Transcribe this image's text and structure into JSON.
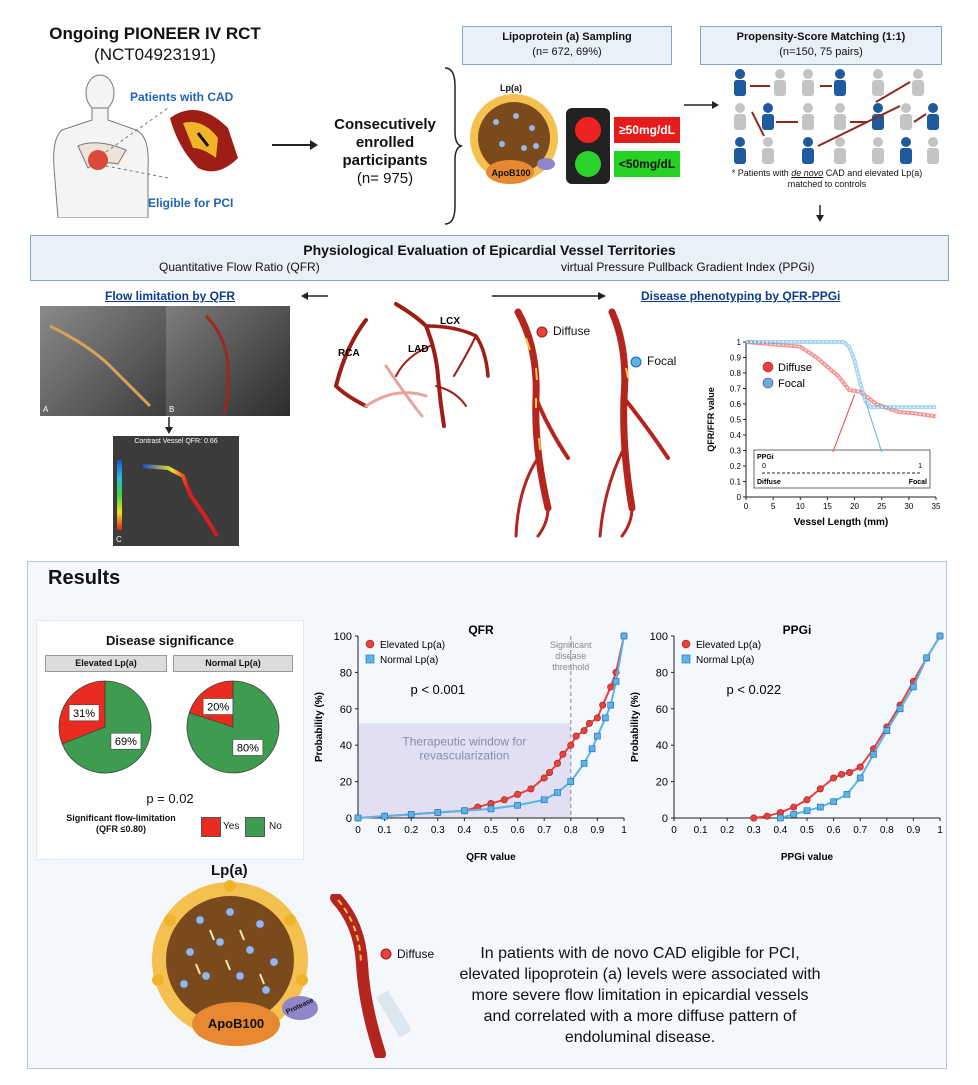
{
  "colors": {
    "red": "#e94040",
    "blue": "#5ab4e6",
    "green": "#3d9c4f",
    "vessel": "#b3251e",
    "arrowRed": "#8c2a1e",
    "navy": "#1f5aa0",
    "panel": "#e9f0f8"
  },
  "header": {
    "title": "Ongoing PIONEER IV RCT",
    "subtitle": "(NCT04923191)"
  },
  "patient": {
    "cad": "Patients with CAD",
    "pci": "Eligible for PCI"
  },
  "enrolled": {
    "line1": "Consecutively",
    "line2": "enrolled",
    "line3": "participants",
    "n": "(n= 975)"
  },
  "sampling": {
    "title": "Lipoprotein (a) Sampling",
    "n": "(n= 672, 69%)",
    "lpa": "Lp(a)",
    "apob": "ApoB100",
    "high": "≥50mg/dL",
    "low": "<50mg/dL"
  },
  "matching": {
    "title": "Propensity-Score Matching (1:1)",
    "n": "(n=150, 75 pairs)",
    "note_pre": "* Patients with ",
    "note_em": "de novo",
    "note_post": " CAD and elevated Lp(a)",
    "note2": "matched to controls"
  },
  "physio": {
    "title": "Physiological Evaluation of Epicardial Vessel Territories",
    "qfr": "Quantitative Flow Ratio (QFR)",
    "ppgi": "virtual Pressure Pullback Gradient Index (PPGi)"
  },
  "flow": {
    "title": "Flow limitation by QFR",
    "panelA": "A",
    "panelB": "B",
    "panelC": "C",
    "qfrLabel": "Contrast Vessel QFR: 0.66"
  },
  "tree": {
    "rca": "RCA",
    "lad": "LAD",
    "lcx": "LCX"
  },
  "phenotype": {
    "title": "Disease phenotyping by QFR-PPGi",
    "diffuse": "Diffuse",
    "focal": "Focal"
  },
  "results": {
    "title": "Results"
  },
  "significance": {
    "title": "Disease significance",
    "elevated": "Elevated Lp(a)",
    "normal": "Normal Lp(a)",
    "pvalue": "p = 0.02",
    "legendTitle1": "Significant flow-limitation",
    "legendTitle2": "(QFR ≤0.80)",
    "yes": "Yes",
    "no": "No"
  },
  "bottom": {
    "lpa": "Lp(a)",
    "apob": "ApoB100",
    "protease": "Protease",
    "diffuse": "Diffuse",
    "conclusion": [
      "In patients with de novo CAD eligible for PCI,",
      "elevated lipoprotein (a) levels were associated with",
      "more severe flow limitation in epicardial vessels",
      "and correlated with a more diffuse pattern of",
      "endoluminal disease."
    ]
  },
  "chart_data": [
    {
      "type": "line",
      "title": "",
      "xlabel": "Vessel Length (mm)",
      "ylabel": "QFR/FFR value",
      "xlim": [
        0,
        35
      ],
      "ylim": [
        0,
        1
      ],
      "xticks": [
        0,
        5,
        10,
        15,
        20,
        25,
        30,
        35
      ],
      "yticks": [
        0,
        0.1,
        0.2,
        0.3,
        0.4,
        0.5,
        0.6,
        0.7,
        0.8,
        0.9,
        1
      ],
      "series": [
        {
          "name": "Diffuse",
          "color": "#e94040",
          "x": [
            0,
            10,
            13,
            17,
            19,
            21,
            24,
            28,
            31,
            35
          ],
          "y": [
            1,
            0.97,
            0.9,
            0.78,
            0.69,
            0.68,
            0.6,
            0.55,
            0.54,
            0.52
          ]
        },
        {
          "name": "Focal",
          "color": "#5ab4e6",
          "x": [
            0,
            18,
            19,
            20,
            21,
            22,
            23,
            35
          ],
          "y": [
            1,
            1,
            0.97,
            0.88,
            0.74,
            0.62,
            0.58,
            0.58
          ]
        }
      ],
      "inset": {
        "title": "PPGi",
        "zero": "0",
        "one": "1",
        "left": "Diffuse",
        "right": "Focal"
      },
      "legend": "top-right",
      "grid": false
    },
    {
      "type": "scatter",
      "title": "QFR",
      "xlabel": "QFR value",
      "ylabel": "Probability (%)",
      "xlim": [
        0,
        1
      ],
      "ylim": [
        0,
        100
      ],
      "xticks": [
        "0",
        "0.1",
        "0.2",
        "0.3",
        "0.4",
        "0.5",
        "0.6",
        "0.7",
        "0.8",
        "0.9",
        "1"
      ],
      "yticks": [
        0,
        20,
        40,
        60,
        80,
        100
      ],
      "threshold": 0.8,
      "thresholdLabel": [
        "Significant",
        "disease",
        "threshold"
      ],
      "windowLabel": [
        "Therapeutic window for",
        "revascularization"
      ],
      "windowTop": 52,
      "pvalue": "p < 0.001",
      "legend": "top-left",
      "series": [
        {
          "name": "Elevated Lp(a)",
          "color": "#e94040",
          "x": [
            0,
            0.1,
            0.2,
            0.3,
            0.4,
            0.45,
            0.5,
            0.55,
            0.6,
            0.65,
            0.7,
            0.72,
            0.75,
            0.77,
            0.8,
            0.82,
            0.85,
            0.87,
            0.9,
            0.92,
            0.95,
            0.97,
            1
          ],
          "y": [
            0,
            1,
            2,
            3,
            4,
            6,
            8,
            10,
            13,
            16,
            22,
            25,
            30,
            35,
            40,
            45,
            48,
            52,
            55,
            62,
            72,
            80,
            100
          ]
        },
        {
          "name": "Normal Lp(a)",
          "color": "#5ab4e6",
          "x": [
            0,
            0.1,
            0.2,
            0.3,
            0.4,
            0.5,
            0.6,
            0.7,
            0.75,
            0.8,
            0.85,
            0.88,
            0.9,
            0.93,
            0.95,
            0.97,
            1
          ],
          "y": [
            0,
            1,
            2,
            3,
            4,
            5,
            7,
            10,
            14,
            20,
            30,
            38,
            45,
            55,
            62,
            75,
            100
          ]
        }
      ]
    },
    {
      "type": "scatter",
      "title": "PPGi",
      "xlabel": "PPGi value",
      "ylabel": "Probability (%)",
      "xlim": [
        0,
        1
      ],
      "ylim": [
        0,
        100
      ],
      "xticks": [
        "0",
        "0.1",
        "0.2",
        "0.3",
        "0.4",
        "0.5",
        "0.6",
        "0.7",
        "0.8",
        "0.9",
        "1"
      ],
      "yticks": [
        0,
        20,
        40,
        60,
        80,
        100
      ],
      "pvalue": "p < 0.022",
      "legend": "top-left",
      "series": [
        {
          "name": "Elevated Lp(a)",
          "color": "#e94040",
          "x": [
            0.3,
            0.35,
            0.4,
            0.45,
            0.5,
            0.55,
            0.6,
            0.63,
            0.66,
            0.7,
            0.75,
            0.8,
            0.85,
            0.9,
            0.95,
            1
          ],
          "y": [
            0,
            1,
            3,
            6,
            10,
            16,
            22,
            24,
            25,
            28,
            38,
            50,
            62,
            75,
            88,
            100
          ]
        },
        {
          "name": "Normal Lp(a)",
          "color": "#5ab4e6",
          "x": [
            0.4,
            0.45,
            0.5,
            0.55,
            0.6,
            0.65,
            0.7,
            0.75,
            0.8,
            0.85,
            0.9,
            0.95,
            1
          ],
          "y": [
            0,
            2,
            4,
            6,
            9,
            13,
            22,
            35,
            48,
            60,
            72,
            88,
            100
          ]
        }
      ]
    },
    {
      "type": "pie",
      "title": "Elevated Lp(a)",
      "categories": [
        "Yes",
        "No"
      ],
      "values": [
        31,
        69
      ],
      "labels": [
        "31%",
        "69%"
      ]
    },
    {
      "type": "pie",
      "title": "Normal Lp(a)",
      "categories": [
        "Yes",
        "No"
      ],
      "values": [
        20,
        80
      ],
      "labels": [
        "20%",
        "80%"
      ]
    }
  ]
}
